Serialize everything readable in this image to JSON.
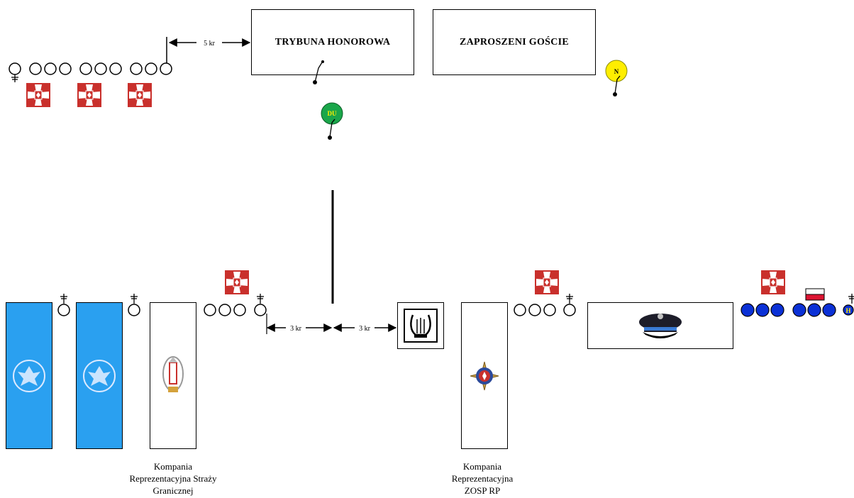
{
  "stands": {
    "honor_tribune": "TRYBUNA HONOROWA",
    "invited_guests": "ZAPROSZENI GOŚCIE"
  },
  "markers": {
    "du": "DU",
    "n": "N",
    "h": "H"
  },
  "distances": {
    "top": "5 kr",
    "left": "3 kr",
    "right": "3 kr"
  },
  "captions": {
    "border_guard": [
      "Kompania",
      "Reprezentacyjna Straży",
      "Granicznej"
    ],
    "zosp": [
      "Kompania",
      "Reprezentacyjna",
      "ZOSP RP"
    ]
  },
  "colors": {
    "banner_blue": "#2aa0f0",
    "marker_green": "#1aa64a",
    "marker_yellow": "#ffee00",
    "ring_blue": "#0b31d6",
    "badge_red": "#c9302c"
  },
  "icons": {
    "banner_emblem": "eagle-emblem-icon",
    "flag": "red-white-cross-flag-icon",
    "band": "lyre-icon",
    "cap": "uniform-cap-icon",
    "polish_flag": "polish-flag-icon"
  }
}
